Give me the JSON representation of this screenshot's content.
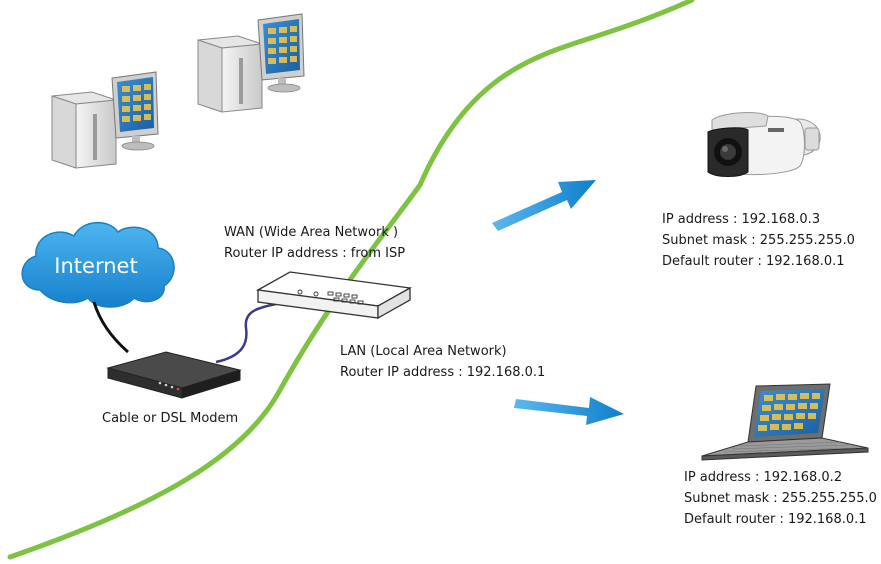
{
  "internet_label": "Internet",
  "modem_label": "Cable or DSL Modem",
  "wan": {
    "title": "WAN (Wide Area Network )",
    "router_ip": "Router IP address : from ISP"
  },
  "lan": {
    "title": "LAN (Local Area Network)",
    "router_ip": "Router IP address : 192.168.0.1"
  },
  "camera": {
    "ip": "IP address : 192.168.0.3",
    "subnet": "Subnet mask : 255.255.255.0",
    "gateway": "Default router : 192.168.0.1"
  },
  "laptop": {
    "ip": "IP address : 192.168.0.2",
    "subnet": "Subnet mask : 255.255.255.0",
    "gateway": "Default router : 192.168.0.1"
  },
  "colors": {
    "boundary_line": "#7dc242",
    "arrow": "#1a8fd6",
    "cloud": "#2a9de0",
    "cable": "#3a3a8c"
  }
}
